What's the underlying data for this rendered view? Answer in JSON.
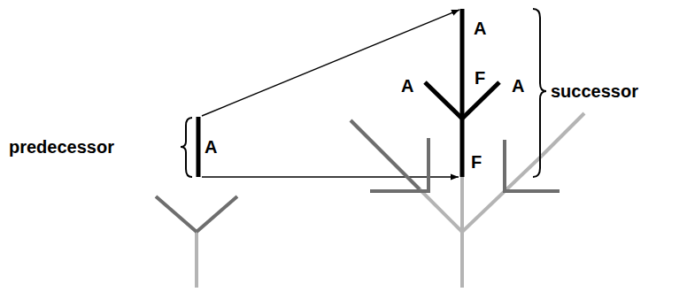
{
  "diagram": {
    "labels": [
      "A",
      "A",
      "F",
      "A",
      "successor",
      "predecessor",
      "A",
      "F"
    ]
  }
}
